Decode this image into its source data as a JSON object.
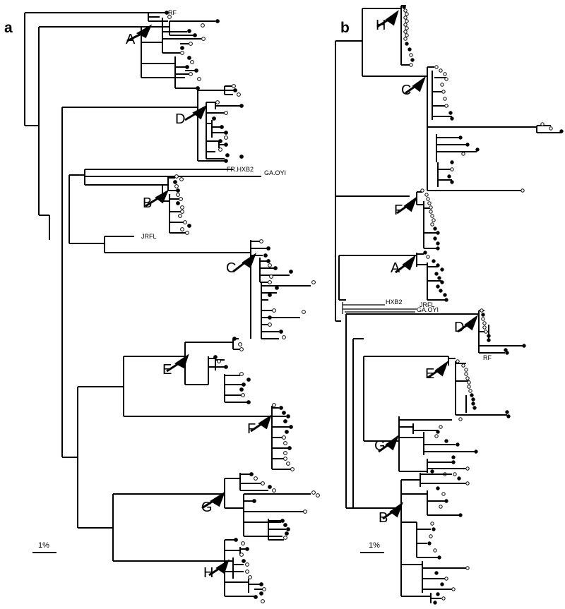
{
  "figure": {
    "panels": [
      {
        "letter": "a",
        "scale_label": "1%",
        "reference_labels": [
          "RF",
          "FR.HXB2",
          "GA.OYI",
          "JRFL"
        ],
        "clades": [
          {
            "label": "A",
            "tips": "filled,open"
          },
          {
            "label": "D",
            "tips": "filled,open"
          },
          {
            "label": "B",
            "tips": "filled,open"
          },
          {
            "label": "C",
            "tips": "filled,open"
          },
          {
            "label": "E",
            "tips": "filled,open"
          },
          {
            "label": "F",
            "tips": "filled,open"
          },
          {
            "label": "G",
            "tips": "filled,open"
          },
          {
            "label": "H",
            "tips": "filled,open"
          }
        ]
      },
      {
        "letter": "b",
        "scale_label": "1%",
        "reference_labels": [
          "HXB2",
          "JRFL",
          "GA.OYI",
          "RF"
        ],
        "clades": [
          {
            "label": "H",
            "tips": "filled,open"
          },
          {
            "label": "C",
            "tips": "filled,open"
          },
          {
            "label": "F",
            "tips": "filled,open"
          },
          {
            "label": "A",
            "tips": "filled,open"
          },
          {
            "label": "D",
            "tips": "filled,open"
          },
          {
            "label": "E",
            "tips": "filled,open"
          },
          {
            "label": "G",
            "tips": "filled,open"
          },
          {
            "label": "B",
            "tips": "filled,open"
          }
        ]
      }
    ]
  }
}
